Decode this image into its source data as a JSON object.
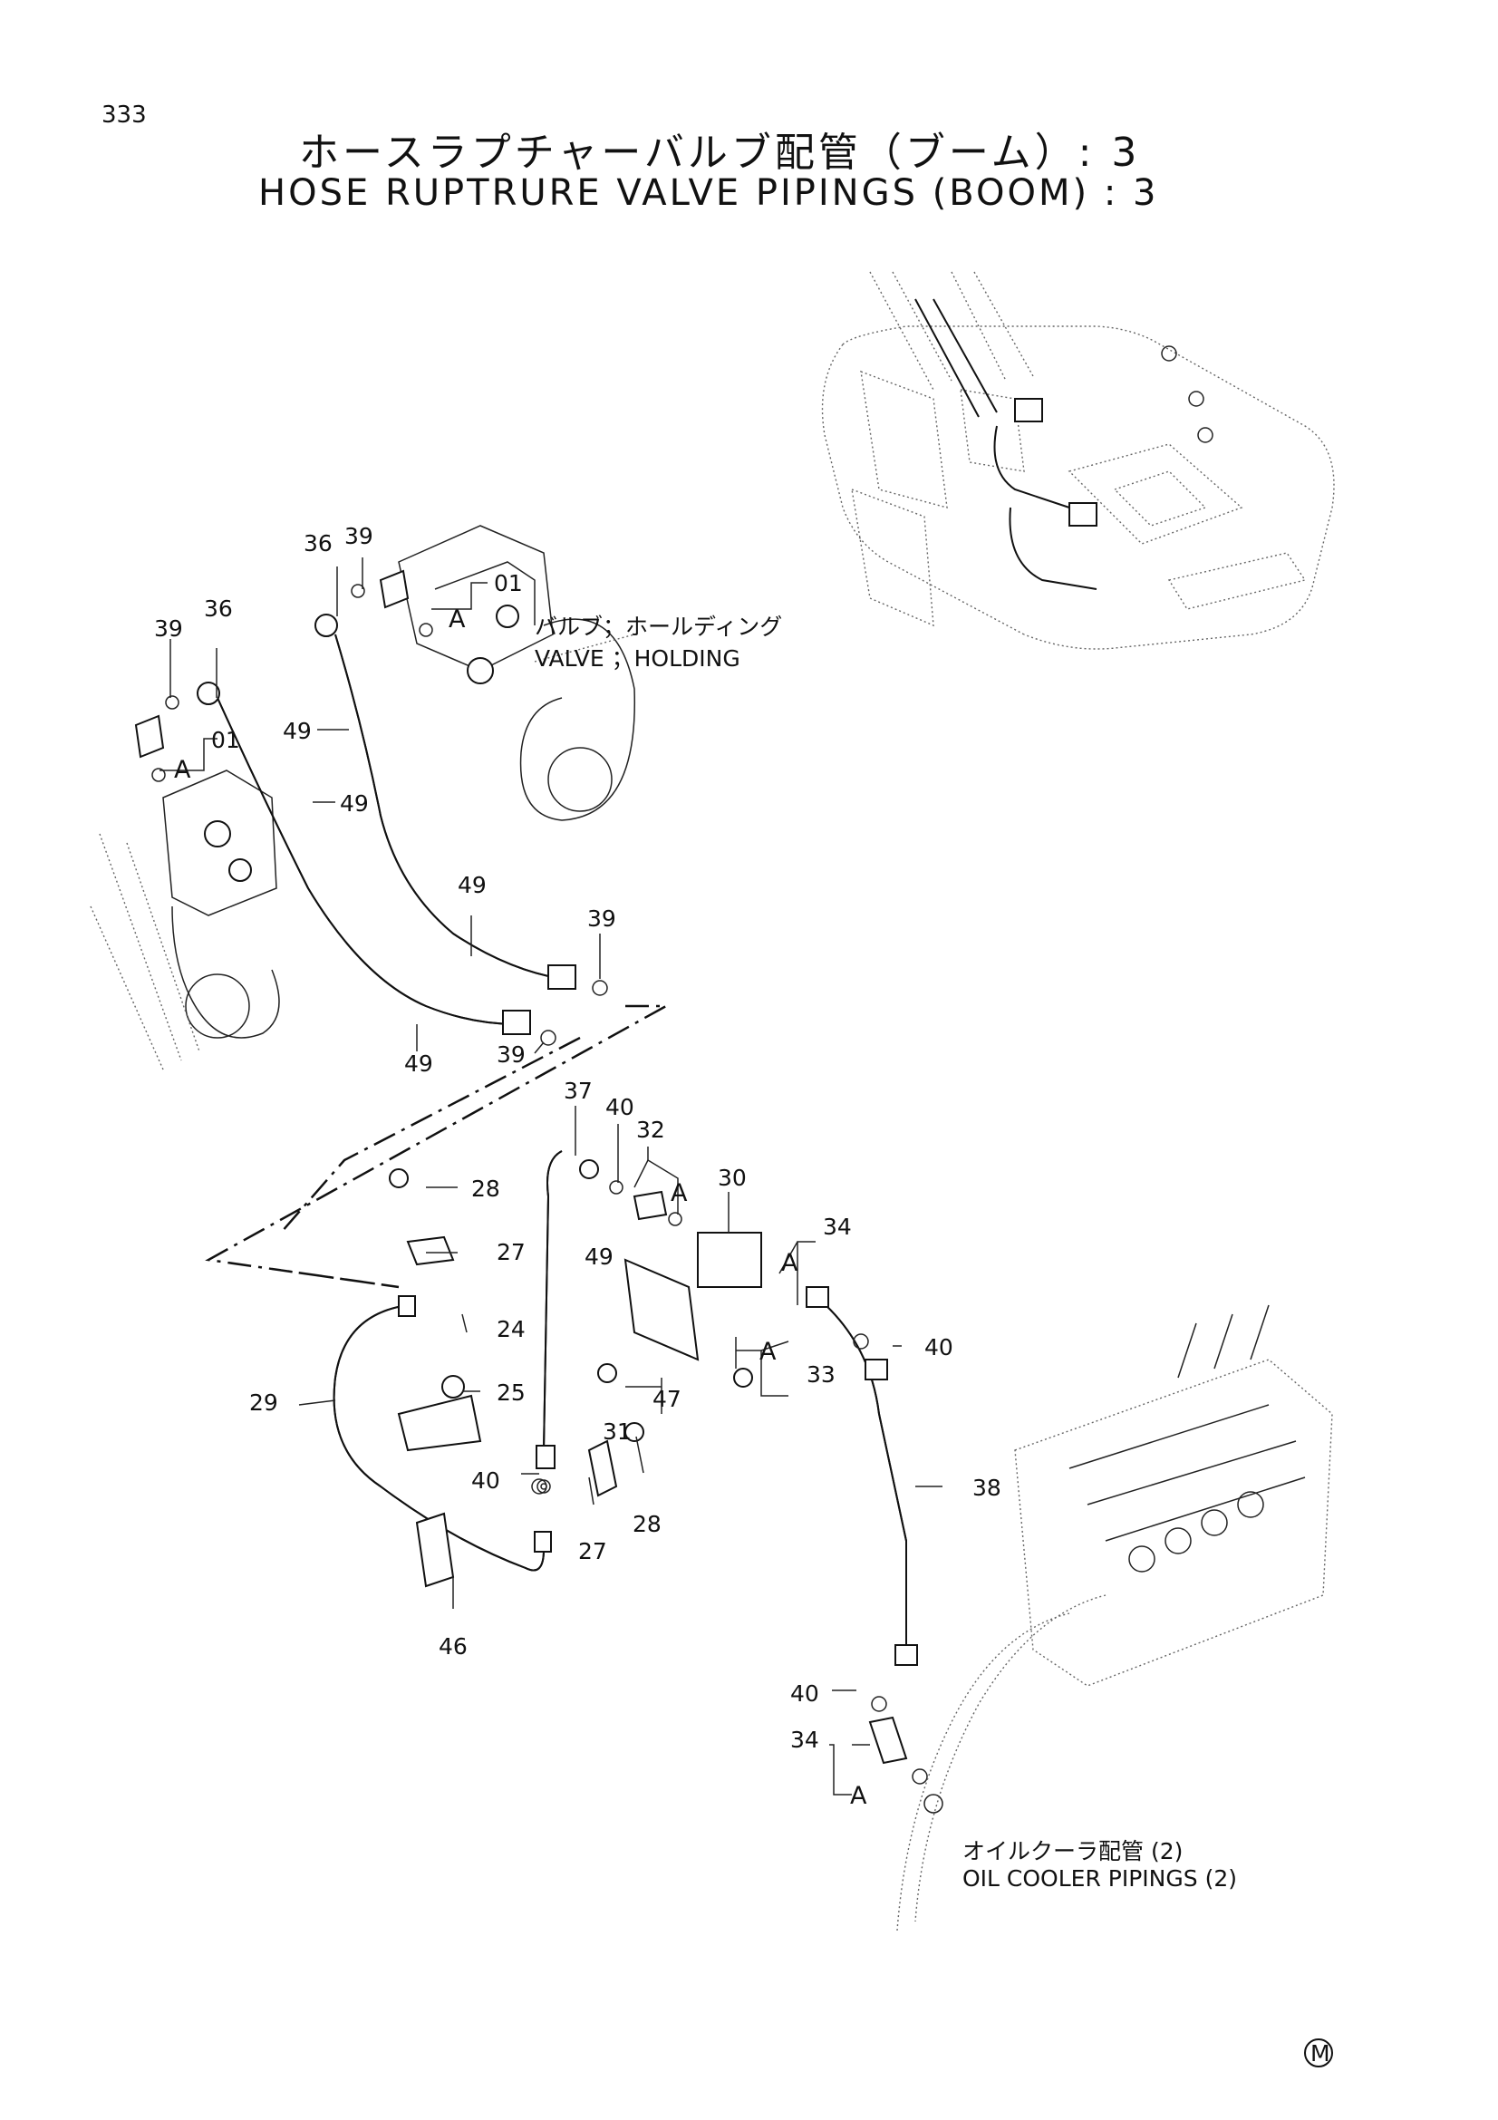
{
  "page_number": "333",
  "title_jp": "ホースラプチャーバルブ配管（ブーム）: 3",
  "title_en": "HOSE RUPTRURE VALVE PIPINGS (BOOM) : 3",
  "annotations": {
    "valve_holding_jp": "バルブ；ホールディング",
    "valve_holding_en": "VALVE ；HOLDING",
    "oil_cooler_jp": "オイルクーラ配管 (2)",
    "oil_cooler_en": "OIL COOLER PIPINGS (2)"
  },
  "callouts": {
    "c01": "01",
    "c24": "24",
    "c25": "25",
    "c27": "27",
    "c28": "28",
    "c29": "29",
    "c30": "30",
    "c31": "31",
    "c32": "32",
    "c33": "33",
    "c34": "34",
    "c36": "36",
    "c37": "37",
    "c38": "38",
    "c39": "39",
    "c40": "40",
    "c46": "46",
    "c47": "47",
    "c49": "49",
    "a": "A"
  },
  "mark": "M"
}
